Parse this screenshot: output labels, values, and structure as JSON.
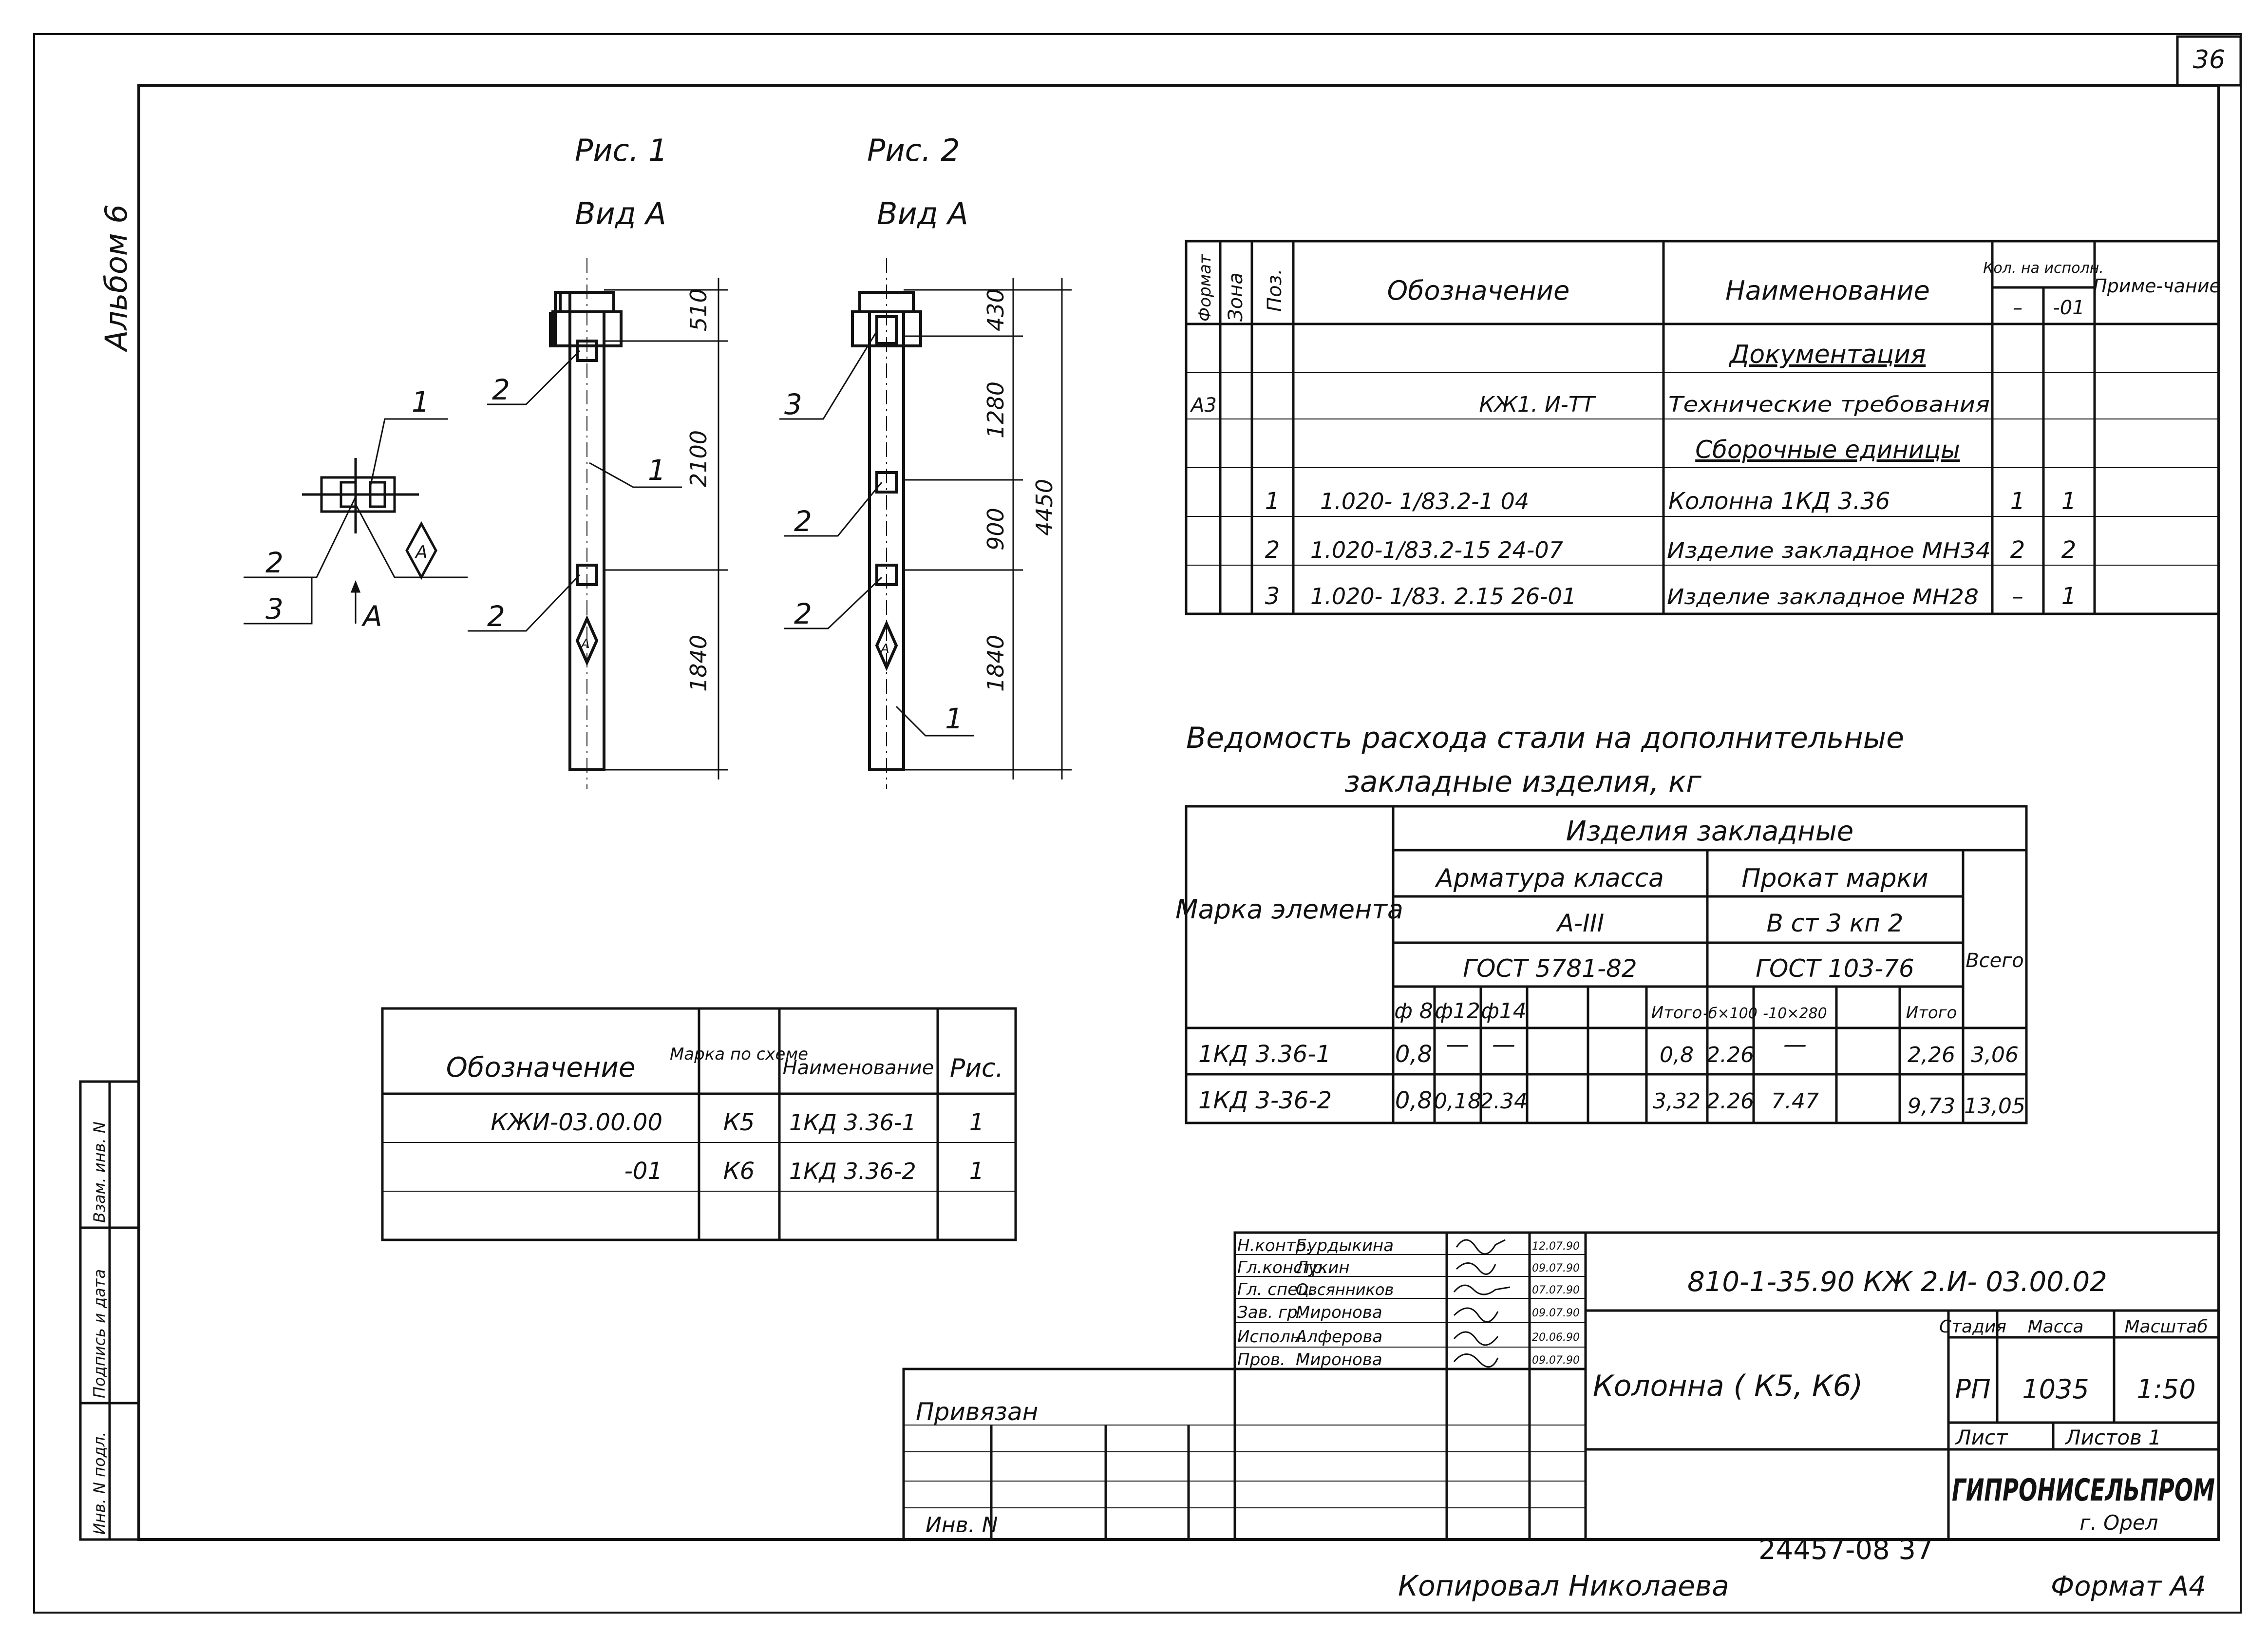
{
  "sheet_number": "36",
  "album_label": "Альбом 6",
  "figures": {
    "fig1": {
      "title": "Рис. 1",
      "view": "Вид А",
      "dims": [
        "510",
        "2100",
        "1840"
      ],
      "callouts": [
        "2",
        "1",
        "2"
      ],
      "markers": [
        "A"
      ]
    },
    "fig2": {
      "title": "Рис. 2",
      "view": "Вид А",
      "dims": [
        "430",
        "1280",
        "900",
        "1840",
        "4450"
      ],
      "callouts": [
        "3",
        "2",
        "2",
        "1"
      ],
      "markers": [
        "A"
      ]
    },
    "detail": {
      "callouts": [
        "1",
        "2",
        "3"
      ],
      "arrow_label": "A",
      "marker": "A"
    }
  },
  "spec_table": {
    "headers": {
      "format": "Формат",
      "zone": "Зона",
      "pos": "Поз.",
      "designation": "Обозначение",
      "name": "Наименование",
      "qty": "Кол. на исполн.",
      "qty_a": "–",
      "qty_b": "-01",
      "note": "Приме-чание"
    },
    "sections": {
      "docs": "Документация",
      "assemblies": "Сборочные единицы"
    },
    "doc_row": {
      "format": "А3",
      "designation": "КЖ1. И-ТТ",
      "name": "Технические требования"
    },
    "rows": [
      {
        "pos": "1",
        "designation": "1.020- 1/83.2-1  04",
        "name": "Колонна 1КД 3.36",
        "qa": "1",
        "qb": "1"
      },
      {
        "pos": "2",
        "designation": "1.020-1/83.2-15  24-07",
        "name": "Изделие закладное МН34",
        "qa": "2",
        "qb": "2"
      },
      {
        "pos": "3",
        "designation": "1.020- 1/83. 2.15  26-01",
        "name": "Изделие закладное МН28",
        "qa": "–",
        "qb": "1"
      }
    ]
  },
  "steel": {
    "title_line1": "Ведомость расхода стали на дополнительные",
    "title_line2": "закладные изделия, кг",
    "headers": {
      "mark": "Марка элемента",
      "embedded": "Изделия закладные",
      "rebar": "Арматура класса",
      "rebar_class": "А-III",
      "rebar_gost": "ГОСТ 5781-82",
      "rolled": "Прокат марки",
      "rolled_grade": "В ст 3 кп 2",
      "rolled_gost": "ГОСТ 103-76",
      "total_all": "Всего",
      "c8": "ф 8",
      "c12": "ф12",
      "c14": "ф14",
      "subtotal": "Итого",
      "r1": "-б×100",
      "r2": "-10×280",
      "subtotal2": "Итого"
    },
    "rows": [
      {
        "mark": "1КД 3.36-1",
        "f8": "0,8",
        "f12": "—",
        "f14": "—",
        "sub": "0,8",
        "p1": "2.26",
        "p2": "—",
        "sub2": "2,26",
        "total": "3,06"
      },
      {
        "mark": "1КД 3-36-2",
        "f8": "0,8",
        "f12": "0,18",
        "f14": "2.34",
        "sub": "3,32",
        "p1": "2.26",
        "p2": "7.47",
        "sub2": "9,73",
        "total": "13,05"
      }
    ]
  },
  "variant_table": {
    "headers": {
      "designation": "Обозначение",
      "mark": "Марка по схеме",
      "name": "Наименование",
      "fig": "Рис."
    },
    "rows": [
      {
        "designation": "КЖИ-03.00.00",
        "mark": "К5",
        "name": "1КД 3.36-1",
        "fig": "1"
      },
      {
        "designation": "-01",
        "mark": "К6",
        "name": "1КД 3.36-2",
        "fig": "1"
      }
    ]
  },
  "side_stamp": [
    "Инв. N подл.",
    "Подпись и дата",
    "Взам. инв. N"
  ],
  "binding": {
    "label": "Привязан",
    "inv": "Инв. N"
  },
  "title_block": {
    "signers": [
      {
        "role": "Н.контр.",
        "name": "Бурдыкина",
        "date": "12.07.90"
      },
      {
        "role": "Гл.констр.",
        "name": "Лукин",
        "date": "09.07.90"
      },
      {
        "role": "Гл. спец.",
        "name": "Овсянников",
        "date": "07.07.90"
      },
      {
        "role": "Зав. гр.",
        "name": "Миронова",
        "date": "09.07.90"
      },
      {
        "role": "Исполн.",
        "name": "Алферова",
        "date": "20.06.90"
      },
      {
        "role": "Пров.",
        "name": "Миронова",
        "date": "09.07.90"
      }
    ],
    "code": "810-1-35.90   КЖ 2.И- 03.00.02",
    "object": "Колонна ( К5, К6)",
    "stage_label": "Стадия",
    "mass_label": "Масса",
    "scale_label": "Масштаб",
    "stage": "РП",
    "mass": "1035",
    "scale": "1:50",
    "sheet_label": "Лист",
    "sheets_label": "Листов 1",
    "org": "ГИПРОНИСЕЛЬПРОМ",
    "city": "г. Орел"
  },
  "footer": {
    "archive": "24457-08   37",
    "copied": "Копировал  Николаева",
    "format": "Формат А4"
  }
}
